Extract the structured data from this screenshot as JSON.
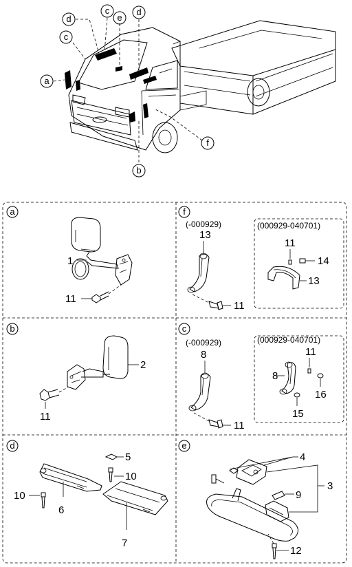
{
  "overview_callouts": [
    "a",
    "b",
    "c",
    "c",
    "d",
    "d",
    "e",
    "f"
  ],
  "panels": {
    "a": {
      "letter": "a",
      "parts": [
        "1",
        "11"
      ]
    },
    "f": {
      "letter": "f",
      "range_early": "(-000929)",
      "range_late": "(000929-040701)",
      "parts_early": [
        "13",
        "11"
      ],
      "parts_late": [
        "11",
        "14",
        "13"
      ]
    },
    "b": {
      "letter": "b",
      "parts": [
        "2",
        "11"
      ]
    },
    "c": {
      "letter": "c",
      "range_early": "(-000929)",
      "range_late": "(000929-040701)",
      "parts_early": [
        "8",
        "11"
      ],
      "parts_late": [
        "11",
        "8",
        "16",
        "15"
      ]
    },
    "d": {
      "letter": "d",
      "parts": [
        "5",
        "10",
        "10",
        "6",
        "7"
      ]
    },
    "e": {
      "letter": "e",
      "parts": [
        "4",
        "3",
        "9",
        "12"
      ]
    }
  }
}
